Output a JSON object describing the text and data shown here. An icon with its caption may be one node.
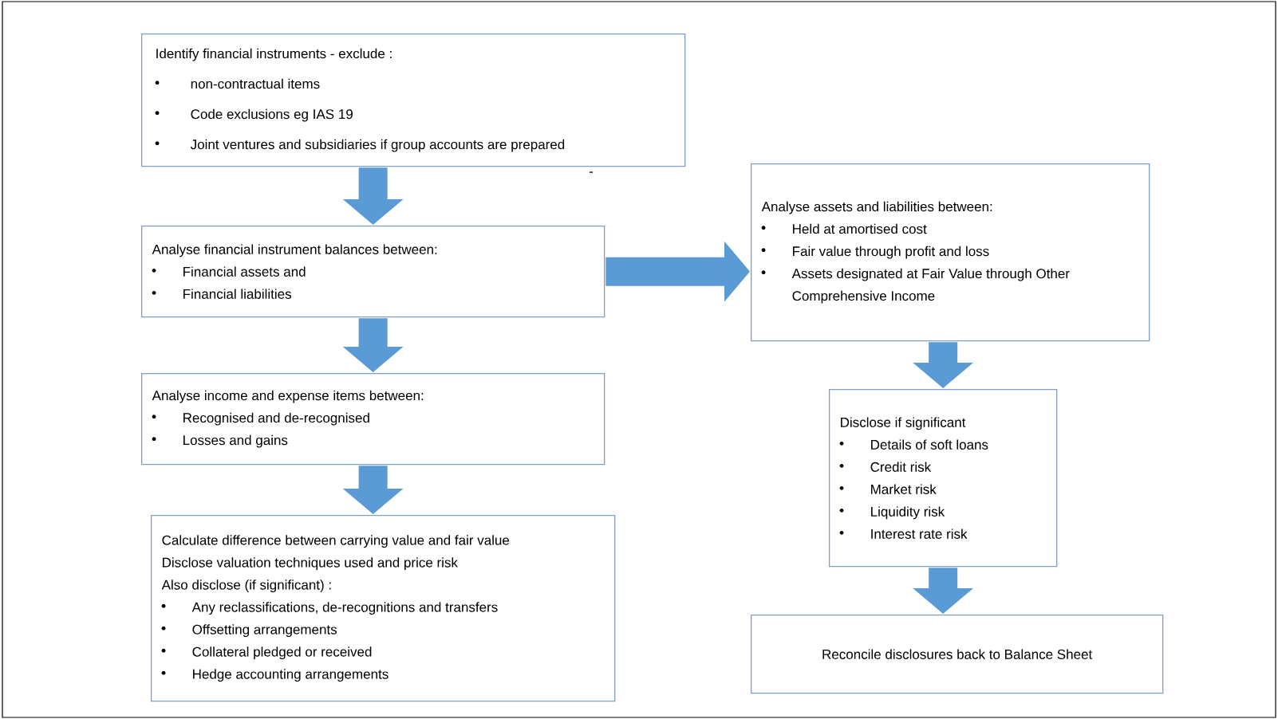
{
  "diagram": {
    "nodes": [
      {
        "text": [
          "Identify financial instruments - exclude :",
          "non-contractual items",
          "Code exclusions eg IAS 19",
          "Joint ventures and subsidiaries if group accounts are prepared"
        ]
      },
      {
        "text": [
          "Analyse financial instrument balances between:",
          "Financial assets and",
          "Financial liabilities"
        ]
      },
      {
        "text": [
          "Analyse income and expense items between:",
          "Recognised and de-recognised",
          "Losses and gains"
        ]
      },
      {
        "text": [
          "Calculate difference between carrying value and fair value",
          "Disclose valuation techniques used and price risk",
          "Also disclose (if significant) :",
          "Any reclassifications, de-recognitions and transfers",
          "Offsetting arrangements",
          "Collateral pledged or received",
          "Hedge accounting arrangements"
        ]
      },
      {
        "text": [
          "Analyse assets and liabilities between:",
          "Held at amortised cost",
          "Fair value through profit and loss",
          "Assets designated at Fair Value through Other Comprehensive Income"
        ]
      },
      {
        "text": [
          "Disclose if significant",
          "Details of soft loans",
          "Credit risk",
          "Market risk",
          "Liquidity risk",
          "Interest rate risk"
        ]
      },
      {
        "text": [
          "Reconcile disclosures back to Balance Sheet"
        ]
      }
    ],
    "edges": [
      {
        "from": 0,
        "to": 1,
        "arrow": "to"
      },
      {
        "from": 1,
        "to": 2,
        "arrow": "to"
      },
      {
        "from": 2,
        "to": 3,
        "arrow": "to"
      },
      {
        "from": 1,
        "to": 4,
        "arrow": "to"
      },
      {
        "from": 4,
        "to": 5,
        "arrow": "to"
      },
      {
        "from": 5,
        "to": 6,
        "arrow": "to"
      }
    ],
    "labels": [
      "-"
    ]
  }
}
